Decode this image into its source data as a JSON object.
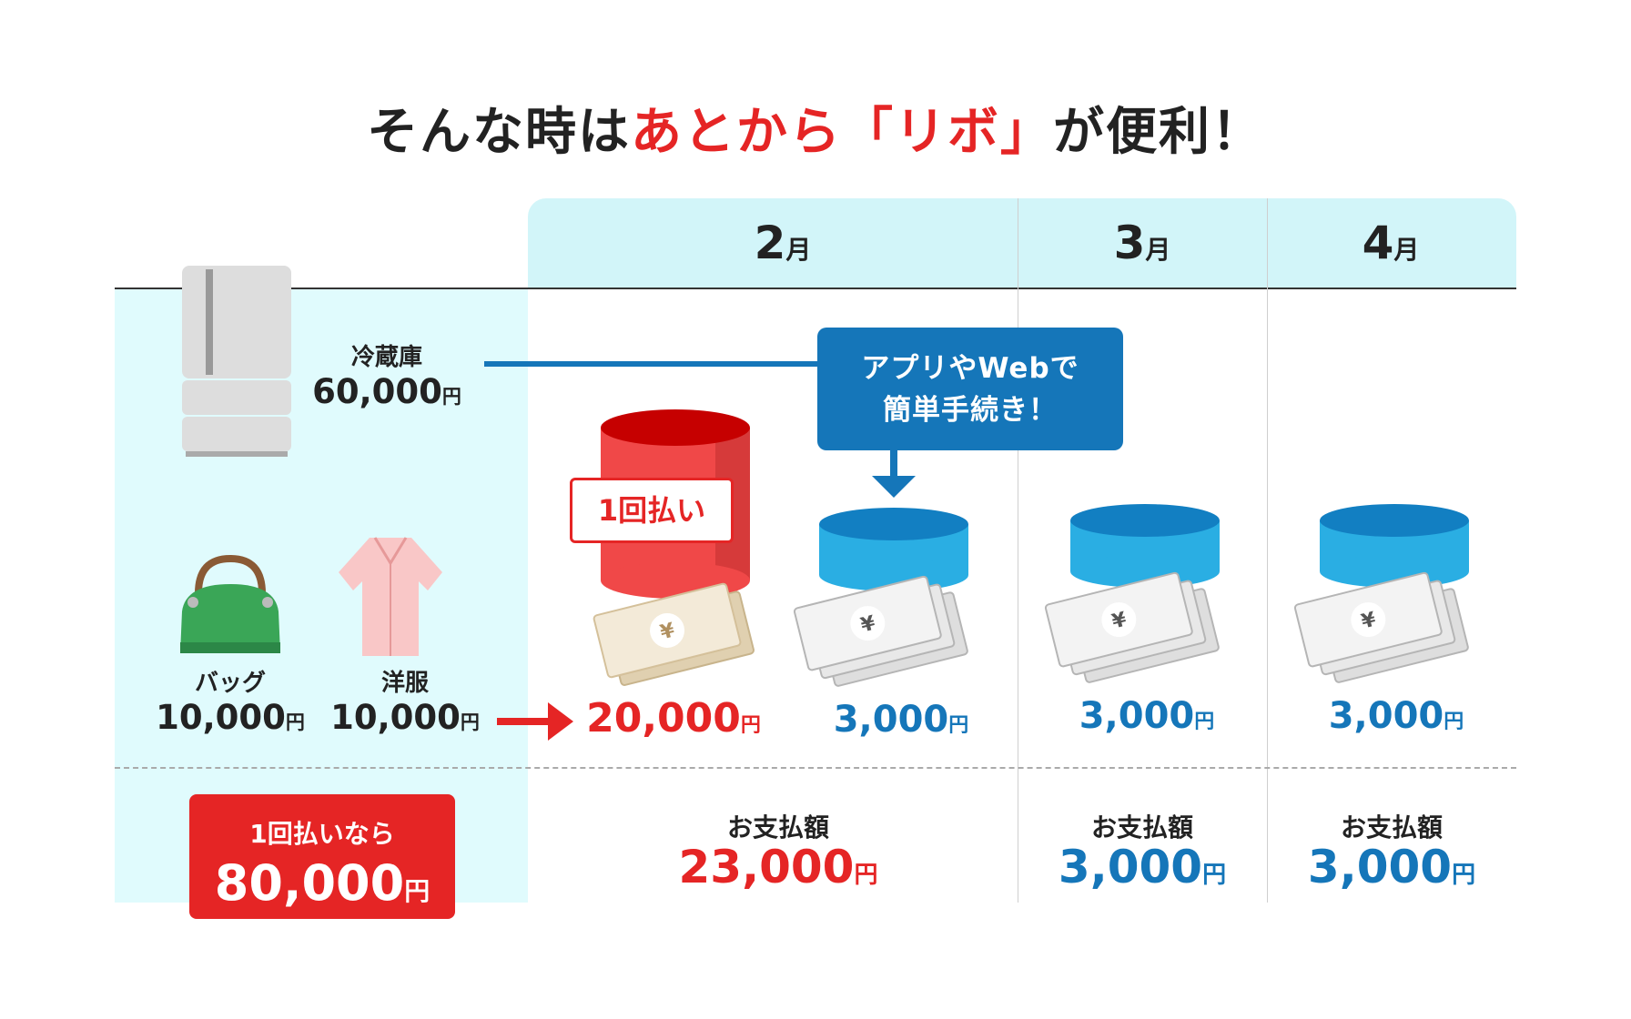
{
  "title": {
    "part1": "そんな時は",
    "highlight": "あとから「リボ」",
    "part2": "が便利！"
  },
  "months": [
    {
      "num": "2",
      "unit": "月"
    },
    {
      "num": "3",
      "unit": "月"
    },
    {
      "num": "4",
      "unit": "月"
    }
  ],
  "items": {
    "fridge": {
      "name": "冷蔵庫",
      "price": "60,000",
      "yen": "円"
    },
    "bag": {
      "name": "バッグ",
      "price": "10,000",
      "yen": "円"
    },
    "clothes": {
      "name": "洋服",
      "price": "10,000",
      "yen": "円"
    }
  },
  "callout": {
    "line1": "アプリやWebで",
    "line2": "簡単手続き！"
  },
  "lump_badge": "1回払い",
  "amounts": {
    "feb_lump": {
      "value": "20,000",
      "yen": "円"
    },
    "feb_revo": {
      "value": "3,000",
      "yen": "円"
    },
    "mar_revo": {
      "value": "3,000",
      "yen": "円"
    },
    "apr_revo": {
      "value": "3,000",
      "yen": "円"
    }
  },
  "payment_label": "お支払額",
  "payments": {
    "feb": {
      "value": "23,000",
      "yen": "円"
    },
    "mar": {
      "value": "3,000",
      "yen": "円"
    },
    "apr": {
      "value": "3,000",
      "yen": "円"
    }
  },
  "lump_total": {
    "label": "1回払いなら",
    "value": "80,000",
    "yen": "円"
  },
  "bill_symbol": "¥",
  "colors": {
    "red": "#e52525",
    "blue": "#1576b9",
    "cyan_bg": "#e0fbfd",
    "header_bg": "#d2f5f9"
  }
}
